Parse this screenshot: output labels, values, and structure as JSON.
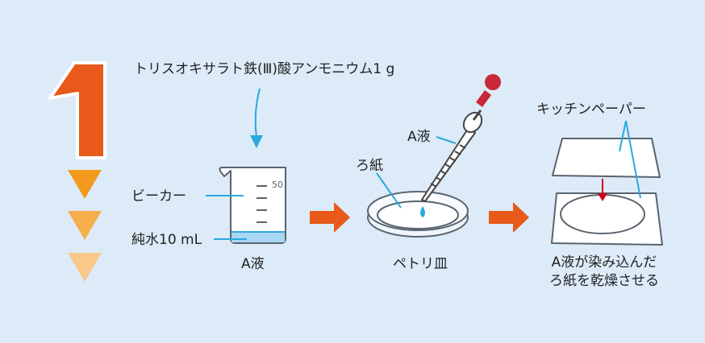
{
  "step": {
    "number": "1",
    "colors": {
      "number_fill": "#e8591a",
      "arrow_1": "#f39a1e",
      "arrow_2": "#f5ae4a",
      "arrow_3": "#f8c98a"
    }
  },
  "labels": {
    "reagent": "トリスオキサラト鉄(Ⅲ)酸アンモニウム1 g",
    "beaker": "ビーカー",
    "water": "純水10 mL",
    "beaker_scale": "50",
    "solution_a": "A液",
    "filter_paper": "ろ紙",
    "pipette_a": "A液",
    "petri_dish": "ペトリ皿",
    "kitchen_paper": "キッチンペーパー",
    "result_line1": "A液が染み込んだ",
    "result_line2": "ろ紙を乾燥させる"
  },
  "colors": {
    "background": "#dcebf7",
    "accent_blue": "#2aa8e0",
    "flow_arrow": "#e8591a",
    "pipette_bulb": "#c8283a",
    "press_arrow": "#d0021b",
    "water": "#a9d6f2"
  },
  "icons": [
    "beaker-icon",
    "petri-dish-icon",
    "pipette-icon",
    "kitchen-paper-icon",
    "flow-arrow-icon",
    "step-chevron-icon"
  ]
}
